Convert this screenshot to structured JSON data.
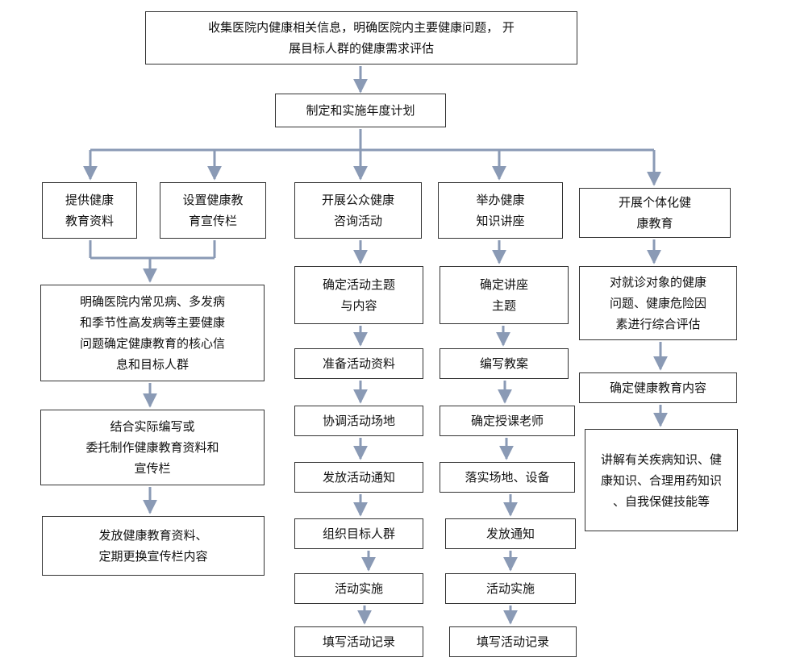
{
  "nodes": {
    "top": "收集医院内健康相关信息，明确医院内主要健康问题，  开\n展目标人群的健康需求评估",
    "plan": "制定和实施年度计划",
    "provide_materials": "提供健康\n教育资料",
    "set_board": "设置健康教\n育宣传栏",
    "public_consult": "开展公众健康\n咨询活动",
    "lecture": "举办健康\n知识讲座",
    "individual": "开展个体化健\n康教育",
    "define_core": "明确医院内常见病、多发病\n和季节性高发病等主要健康\n问题确定健康教育的核心信\n息和目标人群",
    "write_materials": "结合实际编写或\n委托制作健康教育资料和\n宣传栏",
    "distribute_materials": "发放健康教育资料、\n定期更换宣传栏内容",
    "activity_theme": "确定活动主题\n与内容",
    "prepare_materials": "准备活动资料",
    "coordinate_venue": "协调活动场地",
    "issue_notice": "发放活动通知",
    "organize_group": "组织目标人群",
    "activity_run": "活动实施",
    "activity_record": "填写活动记录",
    "lecture_theme": "确定讲座\n主题",
    "write_plan": "编写教案",
    "assign_teacher": "确定授课老师",
    "venue_equipment": "落实场地、设备",
    "lecture_notice": "发放通知",
    "lecture_run": "活动实施",
    "lecture_record": "填写活动记录",
    "assess_patient": "对就诊对象的健康\n问题、健康危险因\n素进行综合评估",
    "define_content": "确定健康教育内容",
    "explain_knowledge": "讲解有关疾病知识、健\n康知识、合理用药知识\n、自我保健技能等"
  },
  "colors": {
    "arrow": "#8a9ab5",
    "border": "#333333"
  }
}
